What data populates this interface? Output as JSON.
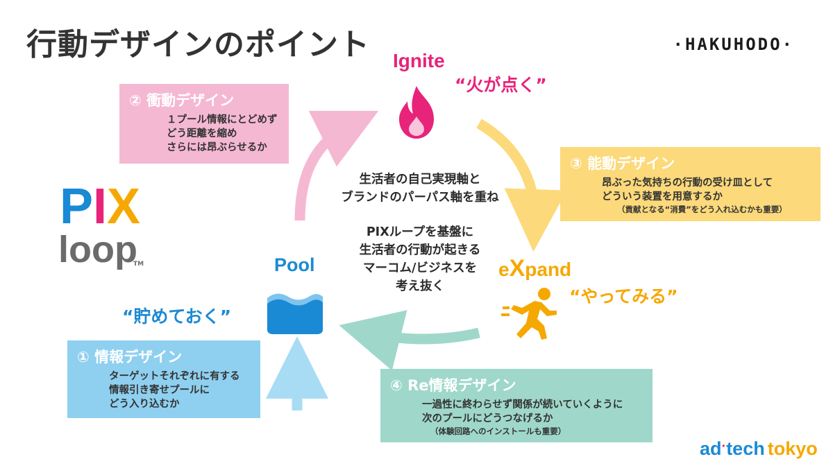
{
  "title": "行動デザインのポイント",
  "brand": "·HAKUHODO·",
  "logo": {
    "pix_p": "P",
    "pix_i": "I",
    "pix_x": "X",
    "loop": "loop",
    "tm": "TM"
  },
  "stages": {
    "ignite": {
      "word": "Ignite",
      "quote": "“火が点く”"
    },
    "expand": {
      "word_e": "e",
      "word_x": "X",
      "word_rest": "pand",
      "quote": "“やってみる”"
    },
    "pool": {
      "word": "Pool",
      "quote": "“貯めておく”"
    }
  },
  "center": {
    "line1": "生活者の自己実現軸と",
    "line2": "ブランドのパーパス軸を重ね",
    "line3": "PIXループを基盤に",
    "line4": "生活者の行動が起きる",
    "line5": "マーコム/ビジネスを",
    "line6": "考え抜く"
  },
  "boxes": {
    "b1": {
      "title": "① 情報デザイン",
      "lines": [
        "ターゲットそれぞれに有する",
        "情報引き寄せプールに",
        "どう入り込むか"
      ],
      "color": "#8fd0f0"
    },
    "b2": {
      "title": "② 衝動デザイン",
      "lines": [
        "１プール情報にとどめず",
        "どう距離を縮め",
        "さらには昂ぶらせるか"
      ],
      "color": "#f5b8d2"
    },
    "b3": {
      "title": "③ 能動デザイン",
      "lines": [
        "昂ぶった気持ちの行動の受け皿として",
        "どういう装置を用意するか"
      ],
      "note": "（貢献となる“消費”をどう入れ込むかも重要）",
      "color": "#fcd97a"
    },
    "b4": {
      "title": "④ Re情報デザイン",
      "lines": [
        "一過性に終わらせず関係が続いていくように",
        "次のプールにどうつなげるか"
      ],
      "note": "（体験回路へのインストールも重要）",
      "color": "#9fd8ca"
    }
  },
  "footer": {
    "ad": "ad",
    "tech": "tech",
    "tokyo": "tokyo"
  },
  "colors": {
    "pink": "#e8237a",
    "orange": "#f5a800",
    "blue": "#1a8ad4",
    "teal": "#7fcbc0",
    "light_blue": "#8fd0f0",
    "light_pink": "#f5b8d2",
    "light_yellow": "#fcd97a"
  }
}
